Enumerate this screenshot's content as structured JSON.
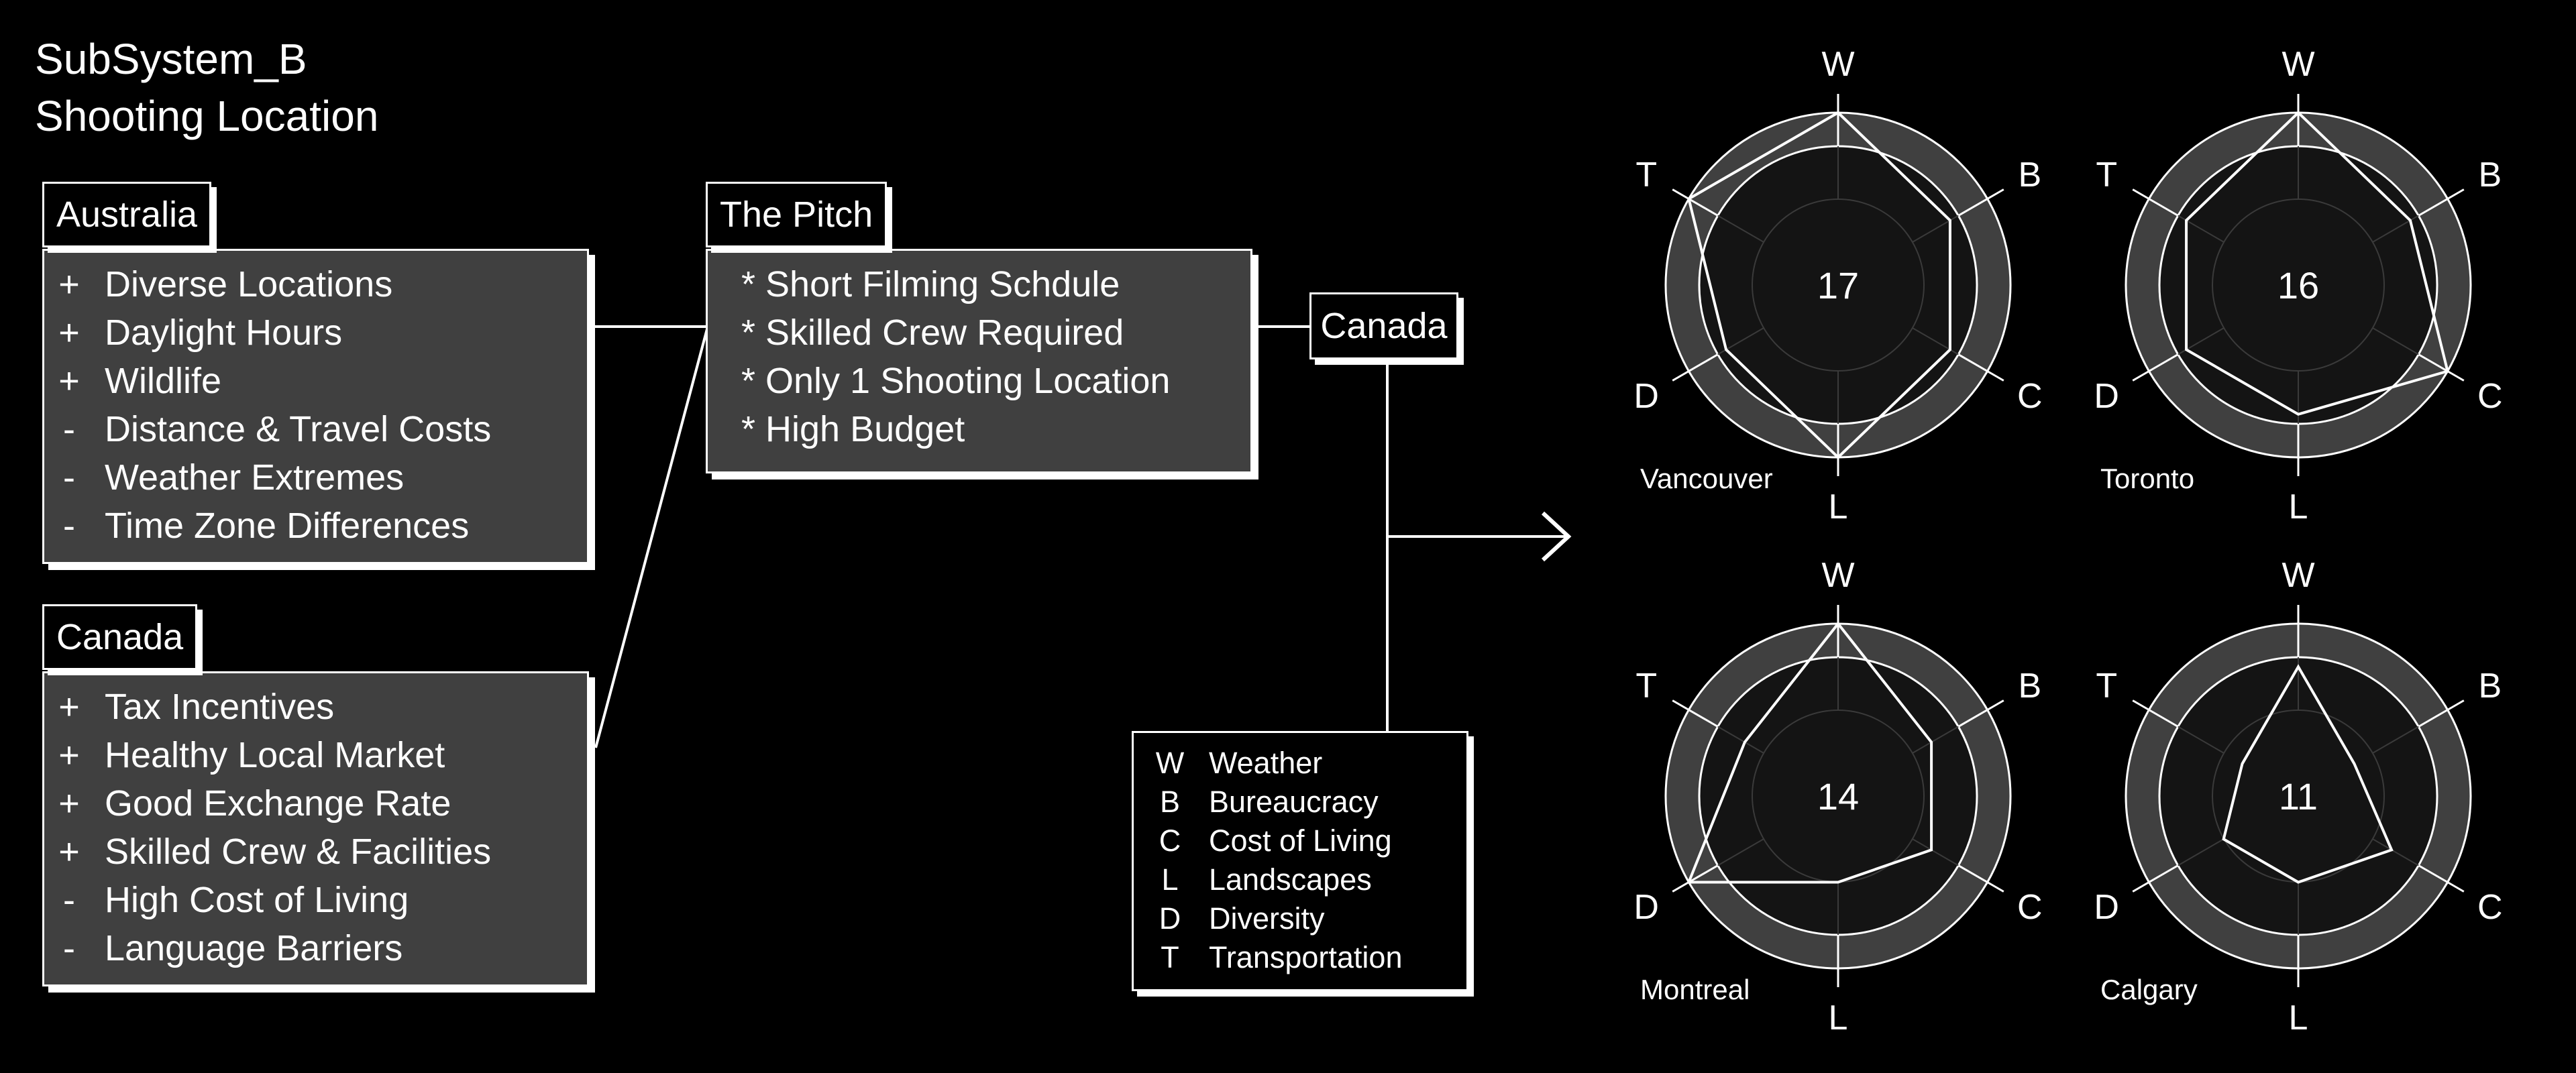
{
  "title": {
    "line1": "SubSystem_B",
    "line2": "Shooting Location"
  },
  "australia": {
    "label": "Australia",
    "items": [
      {
        "symbol": "+",
        "text": "Diverse Locations"
      },
      {
        "symbol": "+",
        "text": "Daylight Hours"
      },
      {
        "symbol": "+",
        "text": "Wildlife"
      },
      {
        "symbol": "-",
        "text": "Distance & Travel Costs"
      },
      {
        "symbol": "-",
        "text": "Weather Extremes"
      },
      {
        "symbol": "-",
        "text": "Time Zone Differences"
      }
    ]
  },
  "canada_card": {
    "label": "Canada",
    "items": [
      {
        "symbol": "+",
        "text": "Tax Incentives"
      },
      {
        "symbol": "+",
        "text": "Healthy Local Market"
      },
      {
        "symbol": "+",
        "text": "Good Exchange Rate"
      },
      {
        "symbol": "+",
        "text": "Skilled Crew & Facilities"
      },
      {
        "symbol": "-",
        "text": "High Cost of Living"
      },
      {
        "symbol": "-",
        "text": "Language Barriers"
      }
    ]
  },
  "pitch": {
    "label": "The Pitch",
    "items": [
      "* Short Filming Schdule",
      "* Skilled Crew Required",
      "* Only 1 Shooting Location",
      "* High Budget"
    ]
  },
  "canada_node": {
    "label": "Canada"
  },
  "legend": [
    {
      "code": "W",
      "label": "Weather"
    },
    {
      "code": "B",
      "label": "Bureaucracy"
    },
    {
      "code": "C",
      "label": "Cost of Living"
    },
    {
      "code": "L",
      "label": "Landscapes"
    },
    {
      "code": "D",
      "label": "Diversity"
    },
    {
      "code": "T",
      "label": "Transportation"
    }
  ],
  "colors": {
    "background": "#000000",
    "card_fill": "#404040",
    "radar_ring": "#404040",
    "radar_inner": "#141414",
    "line": "#ffffff"
  },
  "radar": {
    "axes": [
      "W",
      "B",
      "C",
      "L",
      "D",
      "T"
    ],
    "max": 4,
    "charts": [
      {
        "city": "Vancouver",
        "score": "17",
        "values": [
          4,
          3,
          3,
          4,
          3,
          4
        ]
      },
      {
        "city": "Toronto",
        "score": "16",
        "values": [
          4,
          3,
          4,
          3,
          3,
          3
        ]
      },
      {
        "city": "Montreal",
        "score": "14",
        "values": [
          4,
          2.5,
          2.5,
          2,
          4,
          2.5
        ]
      },
      {
        "city": "Calgary",
        "score": "11",
        "values": [
          3,
          1.5,
          2.5,
          2,
          2,
          1.5
        ]
      }
    ]
  }
}
